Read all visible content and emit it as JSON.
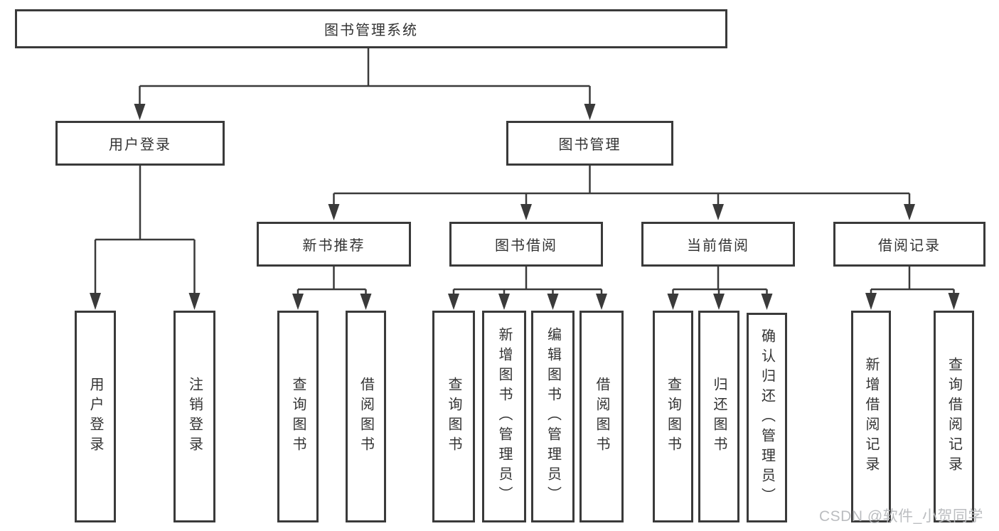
{
  "diagram": {
    "root": {
      "label": "图书管理系统"
    },
    "level2": [
      {
        "label": "用户登录"
      },
      {
        "label": "图书管理"
      }
    ],
    "level3": [
      {
        "label": "新书推荐"
      },
      {
        "label": "图书借阅"
      },
      {
        "label": "当前借阅"
      },
      {
        "label": "借阅记录"
      }
    ],
    "leaves": [
      {
        "label": "用户登录",
        "parent": "用户登录"
      },
      {
        "label": "注销登录",
        "parent": "用户登录"
      },
      {
        "label": "查询图书",
        "parent": "新书推荐"
      },
      {
        "label": "借阅图书",
        "parent": "新书推荐"
      },
      {
        "label": "查询图书",
        "parent": "图书借阅"
      },
      {
        "label": "新增图书（管理员）",
        "parent": "图书借阅"
      },
      {
        "label": "编辑图书（管理员）",
        "parent": "图书借阅"
      },
      {
        "label": "借阅图书",
        "parent": "图书借阅"
      },
      {
        "label": "查询图书",
        "parent": "当前借阅"
      },
      {
        "label": "归还图书",
        "parent": "当前借阅"
      },
      {
        "label": "确认归还（管理员）",
        "parent": "当前借阅"
      },
      {
        "label": "新增借阅记录",
        "parent": "借阅记录"
      },
      {
        "label": "查询借阅记录",
        "parent": "借阅记录"
      }
    ]
  },
  "watermark": {
    "text": "CSDN @软件_小贺同学"
  },
  "colors": {
    "line": "#3a3a3a",
    "box_border": "#3a3a3a",
    "text": "#333333",
    "watermark": "#b7b9bd",
    "background": "#ffffff"
  }
}
